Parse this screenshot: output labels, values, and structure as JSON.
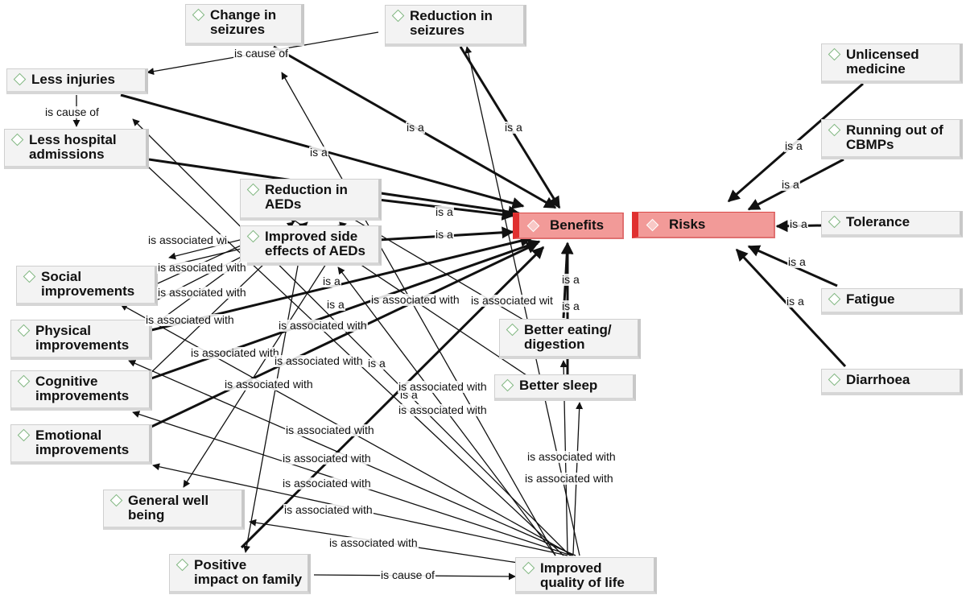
{
  "nodes": {
    "change_seizures": "Change in\nseizures",
    "reduction_seizures": "Reduction in\nseizures",
    "less_injuries": "Less injuries",
    "less_hospital": "Less hospital\nadmissions",
    "reduction_aeds": "Reduction in\nAEDs",
    "improved_side": "Improved side\neffects of AEDs",
    "benefits": "Benefits",
    "risks": "Risks",
    "unlicensed": "Unlicensed\nmedicine",
    "running_out": "Running out of\nCBMPs",
    "tolerance": "Tolerance",
    "fatigue": "Fatigue",
    "diarrhoea": "Diarrhoea",
    "social": "Social\nimprovements",
    "physical": "Physical\nimprovements",
    "cognitive": "Cognitive\nimprovements",
    "emotional": "Emotional\nimprovements",
    "better_eating": "Better eating/\ndigestion",
    "better_sleep": "Better sleep",
    "general_well": "General well\nbeing",
    "positive_family": "Positive\nimpact on family",
    "improved_qol": "Improved\nquality of life"
  },
  "relations": {
    "is_cause_of": "is cause of",
    "is_a": "is a",
    "is_associated_with": "is associated with",
    "is_associated_wi": "is associated wi",
    "is_associated_with_trunc": "is associated with",
    "is_associated_wit": "is associated wit"
  },
  "colors": {
    "node_bg": "#f3f3f3",
    "core_bg": "#f29a98",
    "core_border": "#e03030",
    "icon": "#7fb57f",
    "edge": "#111111"
  }
}
